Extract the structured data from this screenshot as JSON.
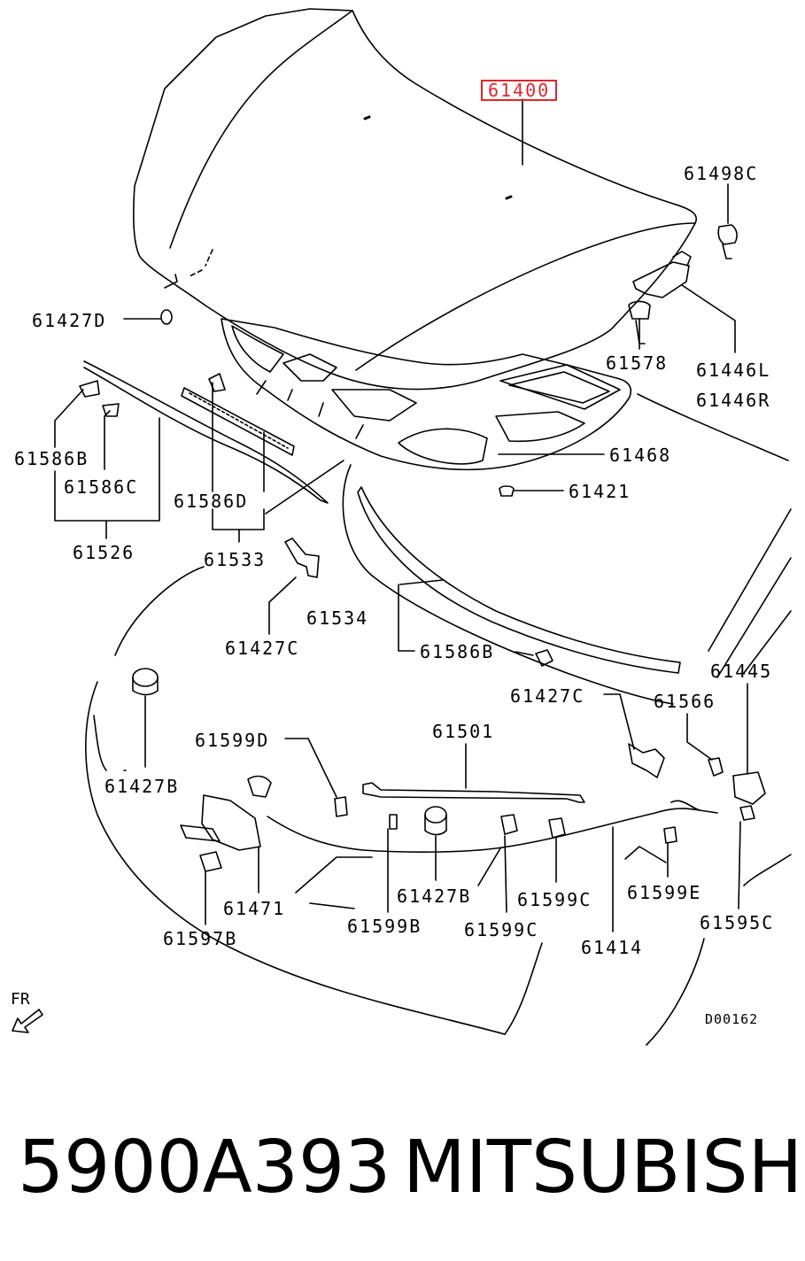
{
  "diagram": {
    "highlighted_part": "61400",
    "parts": {
      "p61400": "61400",
      "p61498C": "61498C",
      "p61427D": "61427D",
      "p61578": "61578",
      "p61446L": "61446L",
      "p61446R": "61446R",
      "p61586B_a": "61586B",
      "p61586C": "61586C",
      "p61586D": "61586D",
      "p61468": "61468",
      "p61421": "61421",
      "p61526": "61526",
      "p61533": "61533",
      "p61534": "61534",
      "p61427C_a": "61427C",
      "p61586B_b": "61586B",
      "p61445": "61445",
      "p61427C_b": "61427C",
      "p61566": "61566",
      "p61501": "61501",
      "p61599D": "61599D",
      "p61427B_a": "61427B",
      "p61471": "61471",
      "p61427B_b": "61427B",
      "p61599C_a": "61599C",
      "p61599E": "61599E",
      "p61599B": "61599B",
      "p61599C_b": "61599C",
      "p61414": "61414",
      "p61595C": "61595C",
      "p61597B": "61597B"
    },
    "direction_label": "FR",
    "drawing_code": "D00162"
  },
  "footer": {
    "part_number": "5900A393",
    "brand": "MITSUBISHI"
  },
  "colors": {
    "highlight": "#e0262a",
    "line": "#000000",
    "background": "#ffffff"
  }
}
